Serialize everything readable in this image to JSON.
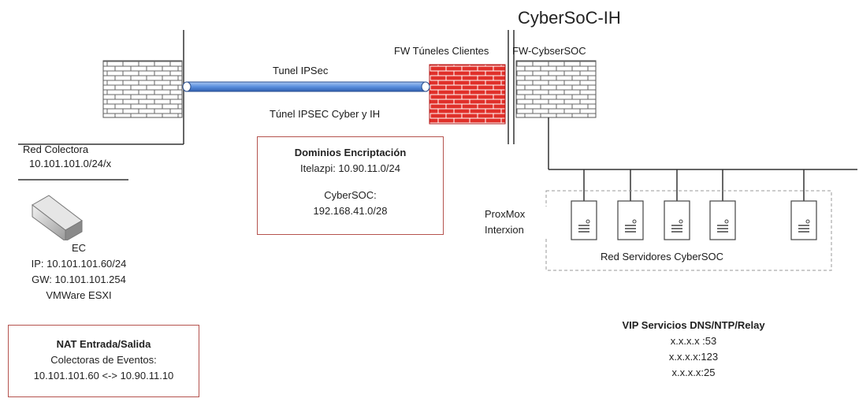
{
  "title": "CyberSoC-IH",
  "tunnel": {
    "label": "Tunel IPSec",
    "sublabel": "Túnel IPSEC Cyber  y IH"
  },
  "firewalls": {
    "clients": "FW Túneles Clientes",
    "cybersoc": "FW-CybserSOC"
  },
  "left_network": {
    "name": "Red Colectora",
    "subnet": "10.101.101.0/24/x"
  },
  "ec": {
    "name": "EC",
    "ip": "IP: 10.101.101.60/24",
    "gw": "GW: 10.101.101.254",
    "platform": "VMWare ESXI"
  },
  "encryption_domains": {
    "title": "Dominios Encriptación",
    "line1": "Itelazpi: 10.90.11.0/24",
    "line2": "CyberSOC:",
    "line3": "192.168.41.0/28"
  },
  "proxmox": {
    "line1": "ProxMox",
    "line2": "Interxion"
  },
  "servers_group": {
    "label": "Red Servidores CyberSOC",
    "count": 5
  },
  "nat": {
    "title": "NAT Entrada/Salida",
    "line1": "Colectoras de Eventos:",
    "line2": "10.101.101.60  <-> 10.90.11.10"
  },
  "vip": {
    "title": "VIP Servicios DNS/NTP/Relay",
    "line1": "x.x.x.x :53",
    "line2": "x.x.x.x:123",
    "line3": "x.x.x.x:25"
  },
  "colors": {
    "tunnel": "#6a9ae0",
    "fw_red": "#e0302a",
    "box_border": "#b5534e"
  }
}
